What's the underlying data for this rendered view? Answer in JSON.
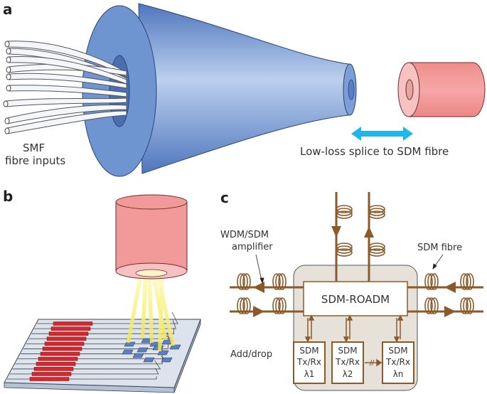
{
  "figure": {
    "panels": {
      "a": {
        "label": "a",
        "fibre_inputs_label_line1": "SMF",
        "fibre_inputs_label_line2": "fibre inputs",
        "splice_label": "Low-loss splice to SDM fibre",
        "fibre_count": 9
      },
      "b": {
        "label": "b",
        "waveguide_count": 12,
        "coupler_pad_count": 12
      },
      "c": {
        "label": "c",
        "amplifier_label_line1": "WDM/SDM",
        "amplifier_label_line2": "amplifier",
        "sdm_fibre_label": "SDM fibre",
        "roadm_label": "SDM-ROADM",
        "add_drop_label": "Add/drop",
        "transceivers": [
          {
            "line1": "SDM",
            "line2": "Tx/Rx",
            "line3": "λ1"
          },
          {
            "line1": "SDM",
            "line2": "Tx/Rx",
            "line3": "λ2"
          },
          {
            "line1": "SDM",
            "line2": "Tx/Rx",
            "line3": "λn"
          }
        ]
      }
    },
    "colors": {
      "taper_blue": "#6f95d1",
      "sdm_fibre_pink": "#f29a9a",
      "splice_arrow_cyan": "#1fb6ea",
      "network_brown": "#8b5a2b",
      "node_background": "#e6e2da",
      "waveguide_red": "#d9262b",
      "beam_yellow": "#f4ef6a",
      "chip_grey": "#dde3ec",
      "pad_blue": "#5d7fbf"
    }
  }
}
